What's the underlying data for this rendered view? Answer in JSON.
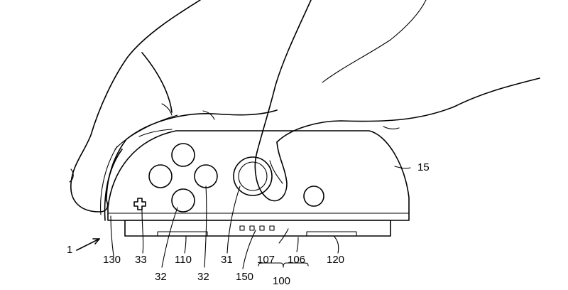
{
  "labels": {
    "ref_1": "1",
    "ref_15": "15",
    "ref_130": "130",
    "ref_33": "33",
    "ref_32a": "32",
    "ref_110": "110",
    "ref_32b": "32",
    "ref_31": "31",
    "ref_150": "150",
    "ref_107": "107",
    "ref_106": "106",
    "ref_100": "100",
    "ref_120": "120"
  }
}
